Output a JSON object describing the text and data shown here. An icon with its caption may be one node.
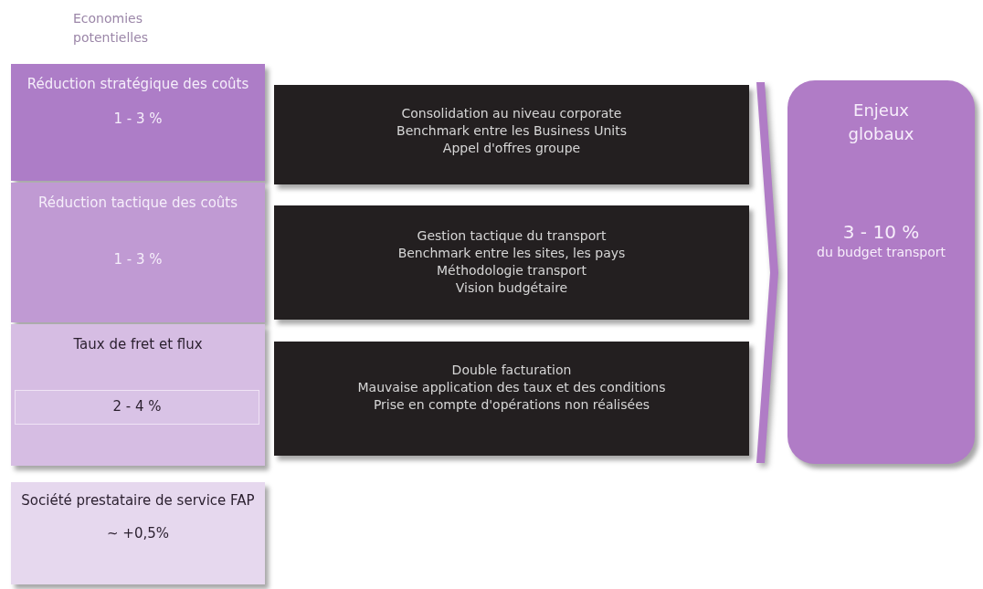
{
  "diagram": {
    "nodes": [
      {
        "text": [
          "Réduction stratégique des coûts",
          "1 - 3 %"
        ]
      },
      {
        "text": [
          "Réduction tactique des coûts",
          "1 - 3 %"
        ]
      },
      {
        "text": [
          "Taux de fret et flux"
        ]
      },
      {
        "text": [
          "2 - 4 %"
        ],
        "in": 2
      },
      {
        "text": [
          "Société prestataire de service FAP",
          "~ +0,5%"
        ]
      },
      {
        "text": [
          "Consolidation au niveau corporate",
          "Benchmark entre les Business Units",
          "Appel d'offres groupe"
        ]
      },
      {
        "text": [
          "Gestion tactique du transport",
          "Benchmark entre les sites, les pays",
          "Méthodologie transport",
          "Vision budgétaire"
        ]
      },
      {
        "text": [
          "Double facturation",
          "Mauvaise application des taux et des conditions",
          "Prise en compte d'opérations non réalisées"
        ]
      },
      {
        "text": [
          "Enjeux globaux",
          "3 - 10 %",
          "du budget transport"
        ]
      }
    ],
    "labels": [
      "Economies potentielles"
    ]
  }
}
